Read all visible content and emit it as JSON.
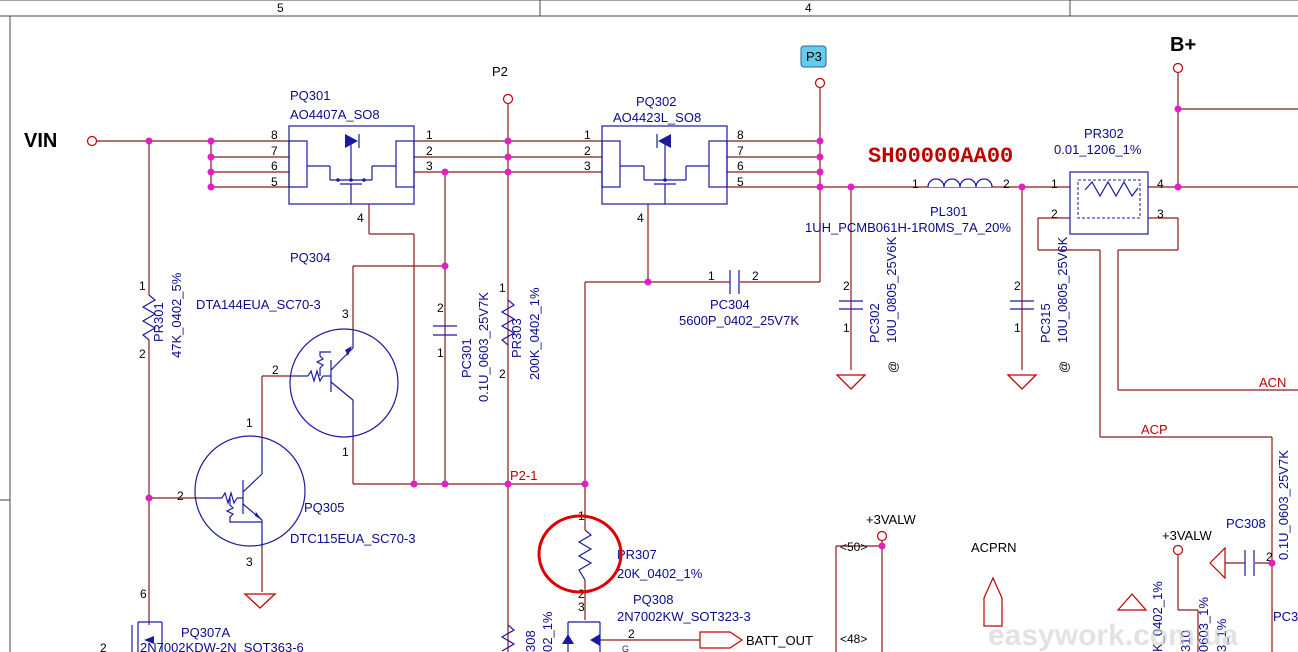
{
  "frame": {
    "col_left": "5",
    "col_right": "4"
  },
  "nets": {
    "vin": "VIN",
    "bplus": "B+",
    "p2": "P2",
    "p3": "P3",
    "p2_1": "P2-1",
    "acn": "ACN",
    "acp": "ACP",
    "batt_out": "BATT_OUT",
    "vcc1": "+3VALW",
    "vcc2": "+3VALW",
    "acprn": "ACPRN",
    "port50": "<50>",
    "port48": "<48>"
  },
  "parts": {
    "pq301": {
      "ref": "PQ301",
      "value": "AO4407A_SO8"
    },
    "pq302": {
      "ref": "PQ302",
      "value": "AO4423L_SO8"
    },
    "pr302": {
      "ref": "PR302",
      "value": "0.01_1206_1%"
    },
    "pl301": {
      "ref": "PL301",
      "value": "1UH_PCMB061H-1R0MS_7A_20%"
    },
    "bom": "SH00000AA00",
    "pq304": {
      "ref": "PQ304",
      "value": "DTA144EUA_SC70-3"
    },
    "pq305": {
      "ref": "PQ305",
      "value": "DTC115EUA_SC70-3"
    },
    "pr301": {
      "ref": "PR301",
      "value": "47K_0402_5%"
    },
    "pc301": {
      "ref": "PC301",
      "value": "0.1U_0603_25V7K"
    },
    "pr303": {
      "ref": "PR303",
      "value": "200K_0402_1%"
    },
    "pc304": {
      "ref": "PC304",
      "value": "5600P_0402_25V7K"
    },
    "pc302": {
      "ref": "PC302",
      "value": "10U_0805_25V6K"
    },
    "pc315": {
      "ref": "PC315",
      "value": "10U_0805_25V6K"
    },
    "pr307": {
      "ref": "PR307",
      "value": "20K_0402_1%"
    },
    "pq308": {
      "ref": "PQ308",
      "value": "2N7002KW_SOT323-3"
    },
    "pq307a": {
      "ref": "PQ307A",
      "value": "2N7002KDW-2N_SOT363-6"
    },
    "pc308": {
      "ref": "PC308"
    },
    "at": "@"
  },
  "watermark": "easywork.com.ua"
}
